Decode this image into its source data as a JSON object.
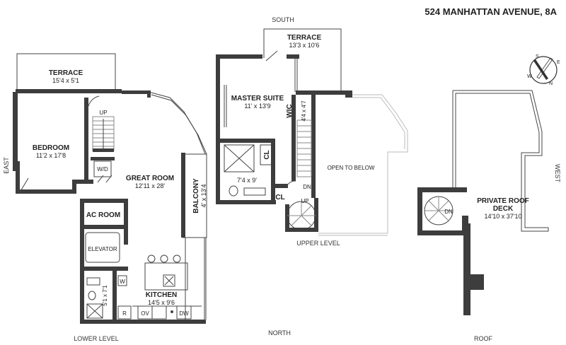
{
  "title": "524 MANHATTAN AVENUE, 8A",
  "compass": {
    "letters": [
      "S",
      "N",
      "E",
      "W"
    ]
  },
  "levels": {
    "lower": "LOWER LEVEL",
    "upper": "UPPER LEVEL",
    "roof": "ROOF"
  },
  "orientation": {
    "south": "SOUTH",
    "north": "NORTH",
    "east": "EAST",
    "west": "WEST"
  },
  "lower_level": {
    "terrace": {
      "name": "TERRACE",
      "dim": "15'4 x 5'1"
    },
    "bedroom": {
      "name": "BEDROOM",
      "dim": "11'2 x 17'8"
    },
    "great_room": {
      "name": "GREAT ROOM",
      "dim": "12'11 x 28'"
    },
    "balcony": {
      "name": "BALCONY",
      "dim": "4' x 13'4"
    },
    "ac_room": {
      "name": "AC ROOM"
    },
    "elevator": {
      "name": "ELEVATOR"
    },
    "kitchen": {
      "name": "KITCHEN",
      "dim": "14'5 x 9'6"
    },
    "bath_dim": "5'1 x 7'1",
    "up": "UP",
    "wd": "W/D",
    "w": "W",
    "r": "R",
    "ov": "OV",
    "dw": "DW"
  },
  "upper_level": {
    "terrace": {
      "name": "TERRACE",
      "dim": "13'3 x 10'6"
    },
    "master_suite": {
      "name": "MASTER SUITE",
      "dim": "11' x 13'9"
    },
    "wic": {
      "name": "WIC",
      "dim": "4'4 x 4'7"
    },
    "bath_dim": "7'4 x 9'",
    "cl1": "CL",
    "cl2": "CL",
    "open_to_below": "OPEN TO BELOW",
    "dn": "DN",
    "up": "UP"
  },
  "roof": {
    "deck": {
      "name": "PRIVATE ROOF",
      "name2": "DECK",
      "dim": "14'10 x 37'10"
    },
    "dn": "DN"
  }
}
